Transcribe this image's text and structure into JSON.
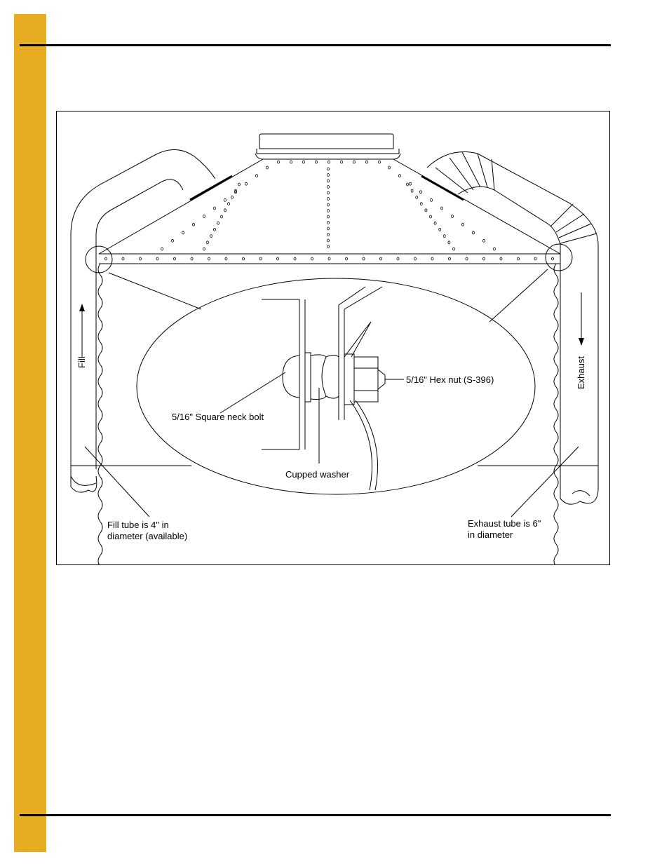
{
  "colors": {
    "side_band": "#e8ac22",
    "line": "#000000",
    "background": "#ffffff"
  },
  "figure": {
    "labels": {
      "fill_arrow": "Fill",
      "exhaust_arrow": "Exhaust",
      "hex_nut": "5/16\" Hex nut (S-396)",
      "square_neck_bolt": "5/16\" Square neck bolt",
      "cupped_washer": "Cupped washer",
      "fill_tube_line1": "Fill tube is 4\" in",
      "fill_tube_line2": "diameter (available)",
      "exhaust_tube_line1": "Exhaust tube is 6\"",
      "exhaust_tube_line2": "in diameter"
    }
  }
}
